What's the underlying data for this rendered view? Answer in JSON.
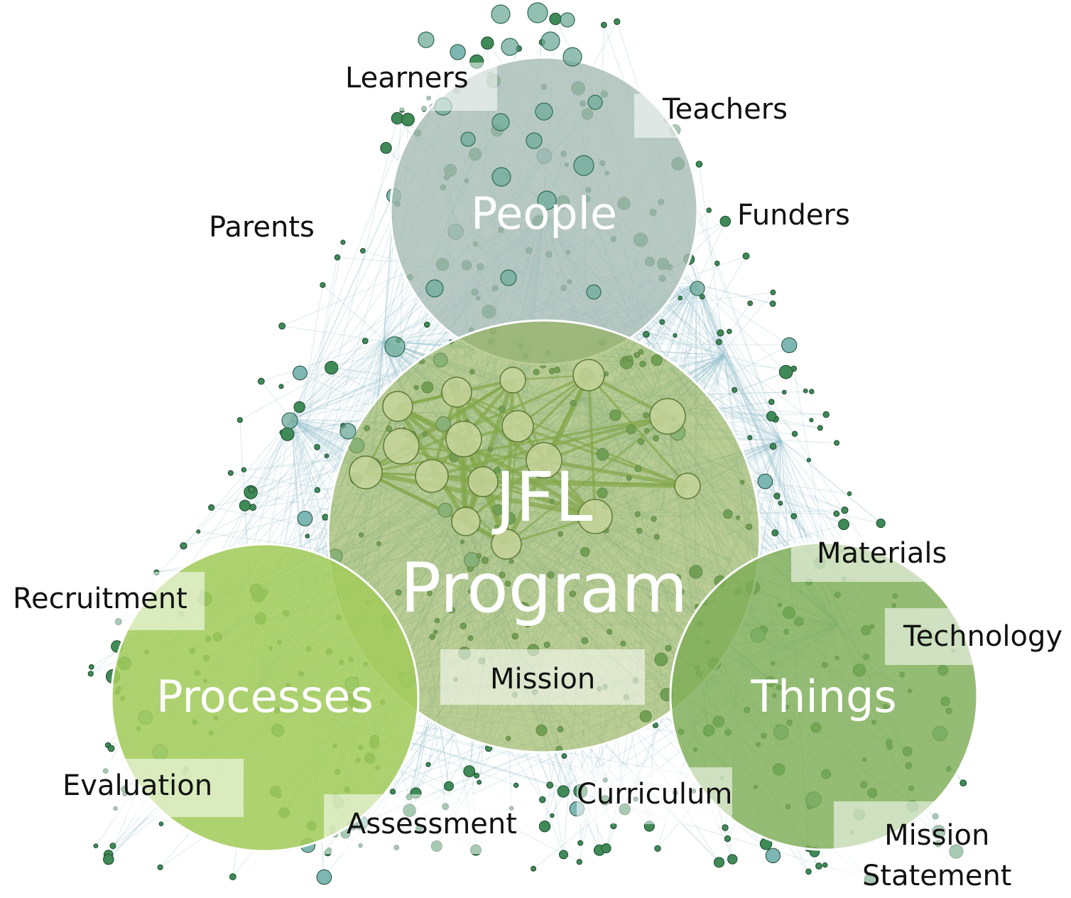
{
  "diagram": {
    "center": {
      "line1": "JFL",
      "line2": "Program"
    },
    "clusters": {
      "people": "People",
      "processes": "Processes",
      "things": "Things"
    },
    "labels": {
      "learners": "Learners",
      "teachers": "Teachers",
      "funders": "Funders",
      "parents": "Parents",
      "recruitment": "Recruitment",
      "evaluation": "Evaluation",
      "assessment": "Assessment",
      "mission": "Mission",
      "curriculum": "Curriculum",
      "materials": "Materials",
      "technology": "Technology",
      "mission_statement_line1": "Mission",
      "mission_statement_line2": "Statement"
    },
    "colors": {
      "people_fill": "#9fb9b0",
      "program_fill": "#8fb055",
      "processes_fill": "#a3cc5c",
      "things_fill": "#7fae55",
      "node_green": "#3f8a57",
      "node_teal": "#7cb7b3",
      "edge": "#9cc3cf"
    }
  }
}
